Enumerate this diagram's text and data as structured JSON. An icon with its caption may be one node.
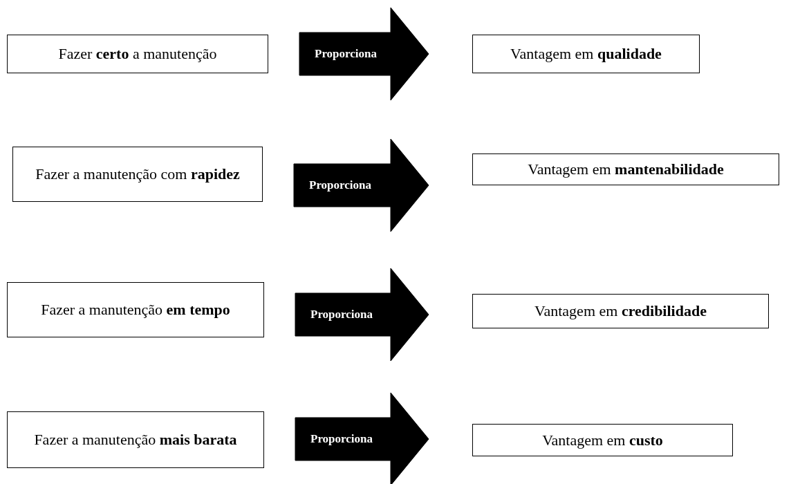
{
  "diagram": {
    "nodes": [
      {
        "text": [
          "Fazer **certo** a manutenção"
        ]
      },
      {
        "text": [
          "Vantagem em **qualidade**"
        ]
      },
      {
        "text": [
          "Fazer a manutenção com **rapidez**"
        ]
      },
      {
        "text": [
          "Vantagem em **mantenabilidade**"
        ]
      },
      {
        "text": [
          "Fazer a manutenção **em tempo**"
        ]
      },
      {
        "text": [
          "Vantagem em **credibilidade**"
        ]
      },
      {
        "text": [
          "Fazer a manutenção **mais barata**"
        ]
      },
      {
        "text": [
          "Vantagem em **custo**"
        ]
      }
    ],
    "edges": [
      {
        "from": 0,
        "to": 1,
        "arrow": "to",
        "label": "Proporciona",
        "style": "thick"
      },
      {
        "from": 2,
        "to": 3,
        "arrow": "to",
        "label": "Proporciona",
        "style": "thick"
      },
      {
        "from": 4,
        "to": 5,
        "arrow": "to",
        "label": "Proporciona",
        "style": "thick"
      },
      {
        "from": 6,
        "to": 7,
        "arrow": "to",
        "label": "Proporciona",
        "style": "thick"
      }
    ]
  }
}
